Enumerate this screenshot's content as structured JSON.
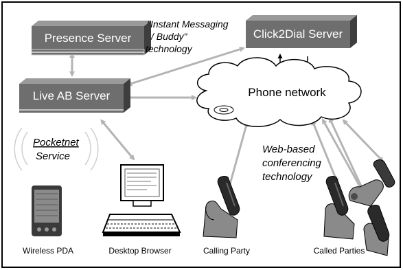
{
  "servers": {
    "presence": "Presence Server",
    "click2dial": "Click2Dial Server",
    "live_ab": "Live AB Server"
  },
  "labels": {
    "instant_messaging": [
      "\"Instant Messaging",
      "/ Buddy\"",
      "technology"
    ],
    "phone_network": "Phone network",
    "pocketnet": [
      "Pocketnet",
      "Service"
    ],
    "web_conferencing": [
      "Web-based",
      "conferencing",
      "technology"
    ]
  },
  "devices": {
    "wireless_pda": "Wireless PDA",
    "desktop_browser": "Desktop Browser",
    "calling_party": "Calling Party",
    "called_parties": "Called Parties"
  },
  "icons": [
    "server-box-icon",
    "cloud-icon",
    "pda-icon",
    "desktop-computer-icon",
    "hand-phone-icon",
    "wireless-signal-icon"
  ],
  "colors": {
    "server_face": "#6e6e6e",
    "server_top": "#9a9a9a",
    "server_side": "#3e3e3e",
    "server_text": "#ffffff",
    "arrow": "#b4b4b4",
    "ink": "#000000"
  }
}
